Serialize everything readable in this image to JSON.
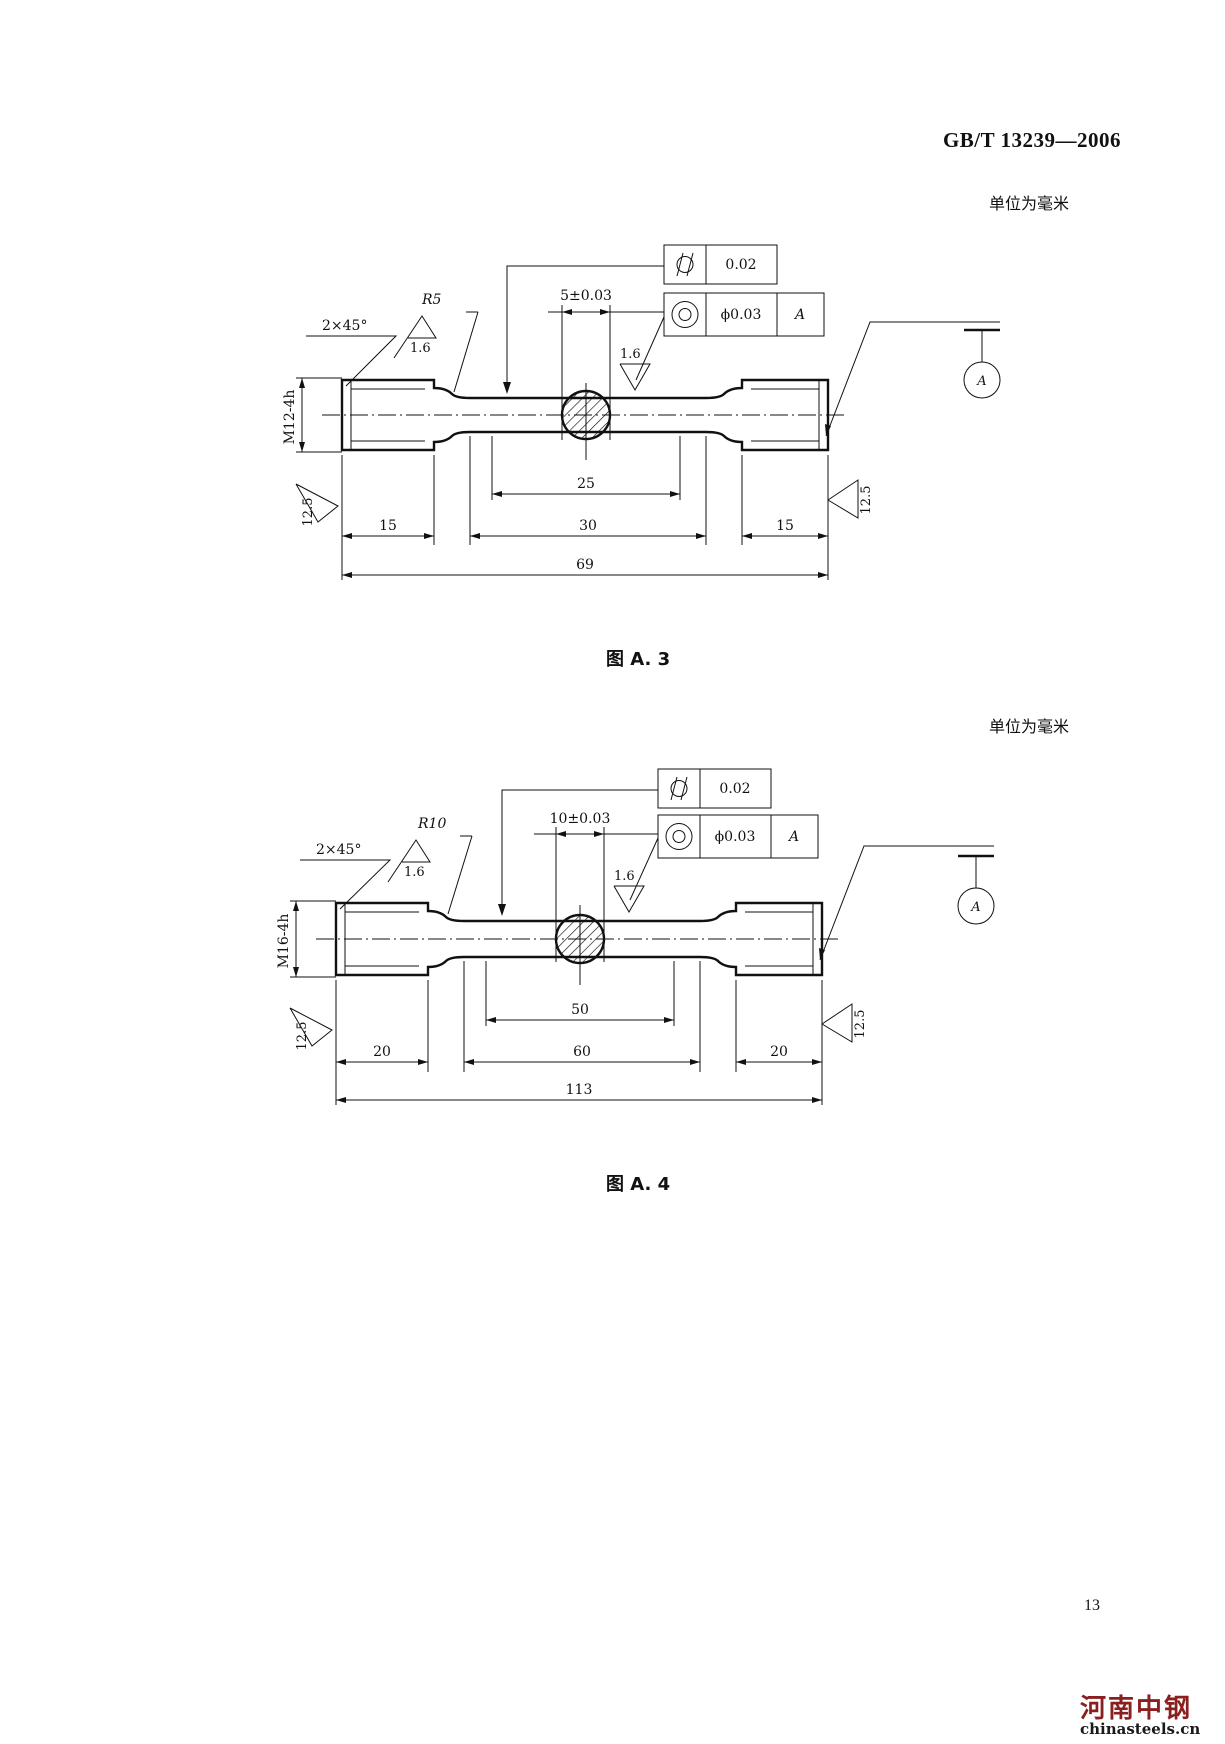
{
  "header": {
    "standard": "GB/T 13239—2006"
  },
  "figures": [
    {
      "unit_note": "单位为毫米",
      "caption": "图 A. 3",
      "thread": "M12-4h",
      "chamfer": "2×45°",
      "radius": "R5",
      "roughness_fine": "1.6",
      "roughness_fine_right": "1.6",
      "roughness_coarse_left": "12.5",
      "roughness_coarse_right": "12.5",
      "cylindricity_value": "0.02",
      "coaxiality_value": "ϕ0.03",
      "datum_ref": "A",
      "datum_label": "A",
      "diameter_dim": "5±0.03",
      "dims": {
        "inner": "25",
        "left": "15",
        "middle": "30",
        "right": "15",
        "total": "69"
      }
    },
    {
      "unit_note": "单位为毫米",
      "caption": "图 A. 4",
      "thread": "M16-4h",
      "chamfer": "2×45°",
      "radius": "R10",
      "roughness_fine": "1.6",
      "roughness_fine_right": "1.6",
      "roughness_coarse_left": "12.5",
      "roughness_coarse_right": "12.5",
      "cylindricity_value": "0.02",
      "coaxiality_value": "ϕ0.03",
      "datum_ref": "A",
      "datum_label": "A",
      "diameter_dim": "10±0.03",
      "dims": {
        "inner": "50",
        "left": "20",
        "middle": "60",
        "right": "20",
        "total": "113"
      }
    }
  ],
  "page_number": "13",
  "watermark": {
    "brand": "河南中钢",
    "site": "chinasteels.cn"
  }
}
